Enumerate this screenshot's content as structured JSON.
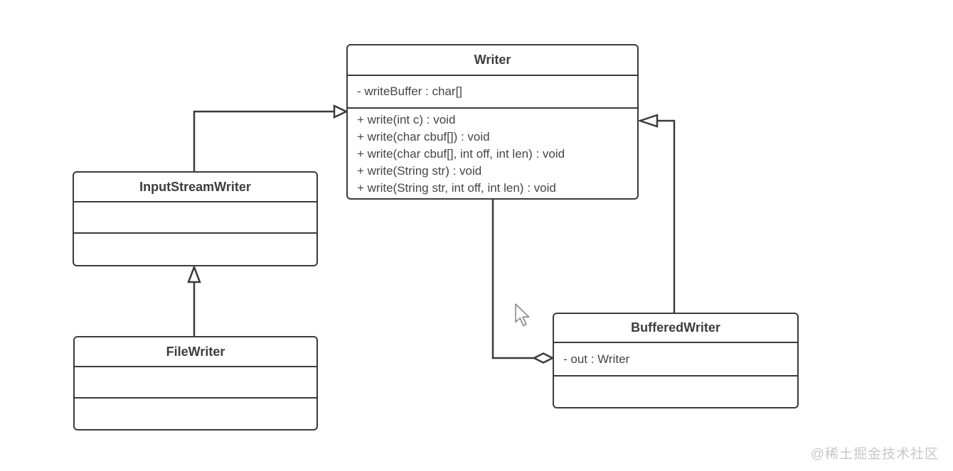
{
  "diagram": {
    "classes": [
      {
        "name": "Writer",
        "attributes": [
          "- writeBuffer : char[]"
        ],
        "methods": [
          "+ write(int c) : void",
          "+ write(char cbuf[]) : void",
          "+ write(char cbuf[], int off, int len) : void",
          "+ write(String str) : void",
          "+ write(String str, int off, int len) : void"
        ]
      },
      {
        "name": "InputStreamWriter",
        "attributes": [],
        "methods": []
      },
      {
        "name": "FileWriter",
        "attributes": [],
        "methods": []
      },
      {
        "name": "BufferedWriter",
        "attributes": [
          "- out : Writer"
        ],
        "methods": []
      }
    ],
    "relationships": [
      {
        "type": "inheritance",
        "from": "InputStreamWriter",
        "to": "Writer"
      },
      {
        "type": "inheritance",
        "from": "FileWriter",
        "to": "InputStreamWriter"
      },
      {
        "type": "inheritance",
        "from": "BufferedWriter",
        "to": "Writer"
      },
      {
        "type": "aggregation",
        "owner": "BufferedWriter",
        "part": "Writer"
      }
    ]
  },
  "watermark": "@稀土掘金技术社区",
  "colors": {
    "line": "#3b3b3b",
    "text": "#454545",
    "background": "#ffffff",
    "watermark": "#c7c7c7"
  }
}
